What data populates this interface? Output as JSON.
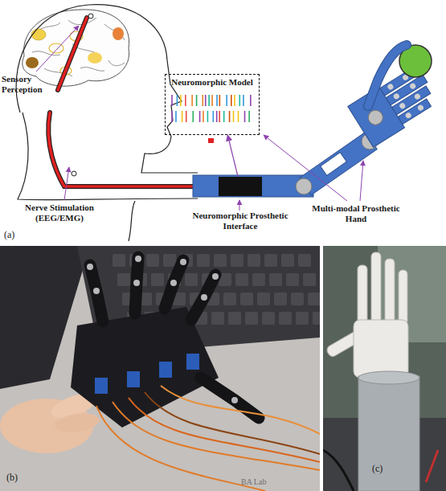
{
  "diagram": {
    "nodes": [
      {
        "text": [
          "Neuromorphic Model"
        ]
      },
      {
        "text": [
          "Neuromorphic Prosthetic Interface"
        ]
      }
    ],
    "edges": [
      {
        "from": 1,
        "to": 0,
        "arrow": "to"
      }
    ],
    "labels": [
      "Sensory Perception",
      "Nerve Stimulation (EEG/EMG)",
      "Multi-modal Prosthetic Hand",
      "(a)",
      "(b)",
      "BA Lab",
      "(c)"
    ]
  }
}
